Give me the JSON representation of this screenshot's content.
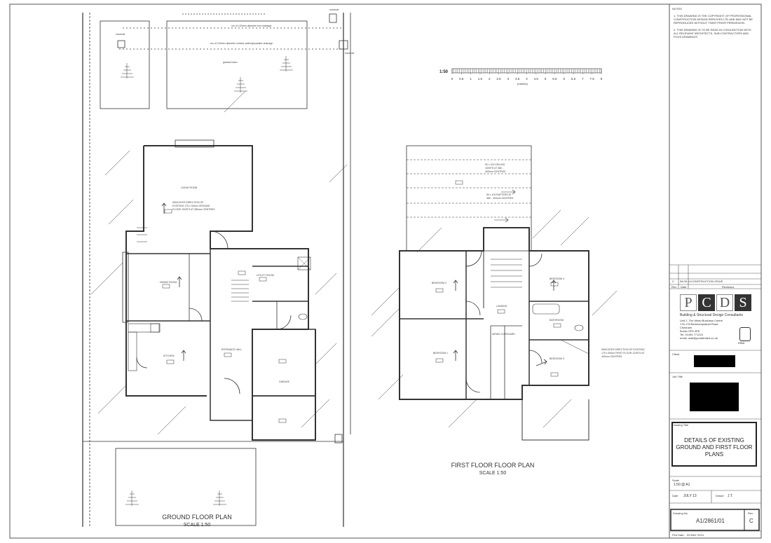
{
  "notes": {
    "heading": "NOTES",
    "items": [
      "THIS DRAWING IS THE COPYRIGHT OF PROFESSIONAL CONSTRUCTION DESIGN SERVICES LTD AND MAY NOT BE REPRODUCED WITHOUT THEIR PRIOR PERMISSION",
      "THIS DRAWING IS TO BE READ IN CONJUNCTION WITH ALL RELEVANT ARCHITECTS, SUB-CONTRACTORS AND PCDS DRAWINGS"
    ]
  },
  "revisions": {
    "row": {
      "rev": "C",
      "date": "08.05.14",
      "desc": "CONSTRUCTION ISSUE"
    },
    "headers": {
      "rev": "Rev.",
      "date": "Date",
      "desc": "Revisions"
    }
  },
  "company": {
    "logo_letters": [
      "P",
      "C",
      "D",
      "S"
    ],
    "tagline": "Building & Structural Design Consultants",
    "address": [
      "Unit 2, The Mead Business Centre",
      "176-178 Berkhampstead Road",
      "Chesham",
      "Bucks HP5 3EE",
      "Tel: 01494 771224",
      "email: mail@pcdslimited.co.uk"
    ],
    "badge_text": "RIBA"
  },
  "fields": {
    "client_label": "Client",
    "job_title_label": "Job Title",
    "drawing_title_label": "Drawing Title",
    "drawing_title": [
      "DETAILS OF EXISTING",
      "GROUND AND FIRST FLOOR",
      "PLANS"
    ],
    "scale_label": "Scale",
    "scale_value": "1:50 @ A1",
    "date_label": "Date",
    "date_value": "JULY 13",
    "drawn_label": "Drawn",
    "drawn_value": "J.T.",
    "drawing_no_label": "Drawing No.",
    "drawing_no_value": "A1/2861/01",
    "rev_label": "Rev.",
    "rev_value": "C",
    "plot_date_label": "Plot Date:",
    "plot_date_value": "09 MAY 2014"
  },
  "scale_bar": {
    "ratio": "1:50",
    "ticks": [
      "0",
      "0.5",
      "1",
      "1.5",
      "2",
      "2.5",
      "3",
      "3.5",
      "4",
      "4.5",
      "5",
      "5.5",
      "6",
      "6.5",
      "7",
      "7.5",
      "8"
    ],
    "unit": "(metres)"
  },
  "ground_floor": {
    "title": "GROUND FLOOR PLAN",
    "scale": "SCALE 1:50",
    "rooms": {
      "living": "LIVING ROOM",
      "dining": "DINING ROOM",
      "kitchen": "KITCHEN",
      "utility": "UTILITY ROOM",
      "hall": "ENTRANCE HALL",
      "garage": "GARAGE",
      "lawn": "grassed lawn"
    },
    "joist_note": [
      "INDICATES DIRECTION OF",
      "EXISTING 175 x 50mm GROUND",
      "FLOOR JOISTS AT 380mm CENTRES"
    ],
    "drainage_1": "run of 100mm diameter foul drainage",
    "drainage_2": "run of 100mm diameter surface water/greywater drainage",
    "manhole_1": "manhole",
    "manhole_2": "manhole",
    "manhole_3": "manhole"
  },
  "first_floor": {
    "title": "FIRST FLOOR FLOOR PLAN",
    "scale": "SCALE 1:50",
    "rooms": {
      "bed1": "BEDROOM 1",
      "bed2": "BEDROOM 2",
      "bed3": "BEDROOM 3",
      "bed4": "BEDROOM 4",
      "bath": "BATHROOM",
      "landing": "LANDING",
      "airing": "AIRING CUPBOARD"
    },
    "ceiling_note": [
      "50 x 100 CEILING",
      "JOISTS AT 380 -",
      "400mm CENTRES"
    ],
    "rafter_note": [
      "50 x 100 RAFTERS AT",
      "380 - 400mm CENTRES"
    ],
    "joist_note": [
      "INDICATES DIRECTION OF EXISTING",
      "175 x 50mm FIRST FLOOR JOISTS AT",
      "400mm CENTRES"
    ]
  }
}
